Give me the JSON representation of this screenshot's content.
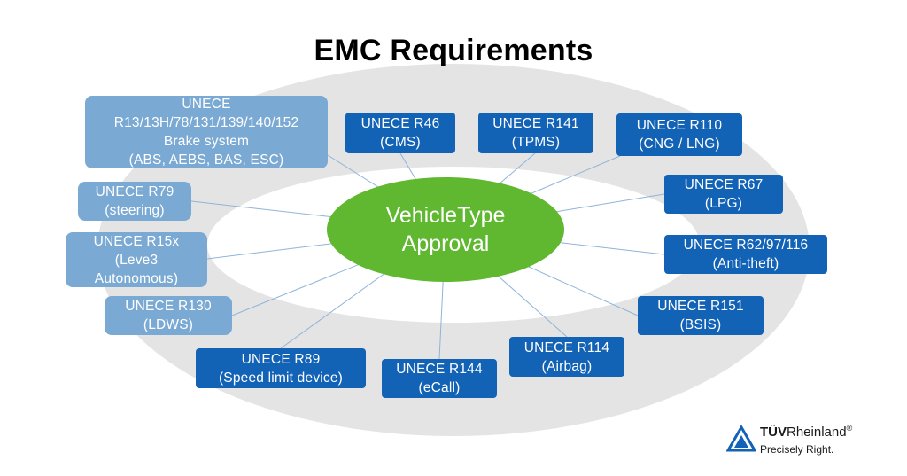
{
  "title": "EMC Requirements",
  "center": {
    "line1": "VehicleType",
    "line2": "Approval"
  },
  "boxes": [
    {
      "id": "brake",
      "lines": [
        "UNECE",
        "R13/13H/78/131/139/140/152",
        "Brake system",
        "(ABS, AEBS, BAS, ESC)"
      ]
    },
    {
      "id": "r46",
      "lines": [
        "UNECE R46",
        "(CMS)"
      ]
    },
    {
      "id": "r141",
      "lines": [
        "UNECE R141",
        "(TPMS)"
      ]
    },
    {
      "id": "r110",
      "lines": [
        "UNECE R110",
        "(CNG / LNG)"
      ]
    },
    {
      "id": "r79",
      "lines": [
        "UNECE R79",
        "(steering)"
      ]
    },
    {
      "id": "r67",
      "lines": [
        "UNECE R67",
        "(LPG)"
      ]
    },
    {
      "id": "r15x",
      "lines": [
        "UNECE R15x",
        "(Leve3",
        "Autonomous)"
      ]
    },
    {
      "id": "r62",
      "lines": [
        "UNECE R62/97/116",
        "(Anti-theft)"
      ]
    },
    {
      "id": "r130",
      "lines": [
        "UNECE R130",
        "(LDWS)"
      ]
    },
    {
      "id": "r151",
      "lines": [
        "UNECE R151",
        "(BSIS)"
      ]
    },
    {
      "id": "r89",
      "lines": [
        "UNECE R89",
        "(Speed limit device)"
      ]
    },
    {
      "id": "r144",
      "lines": [
        "UNECE R144",
        "(eCall)"
      ]
    },
    {
      "id": "r114",
      "lines": [
        "UNECE R114",
        "(Airbag)"
      ]
    }
  ],
  "logo": {
    "brand_bold": "TÜV",
    "brand_rest": "Rheinland",
    "registered": "®",
    "tagline": "Precisely Right."
  },
  "colors": {
    "dark_box": "#1262b6",
    "light_box": "#7aa9d3",
    "center": "#5fb82f",
    "outer_ring": "#e4e4e4",
    "connector": "#8fb4d9"
  }
}
